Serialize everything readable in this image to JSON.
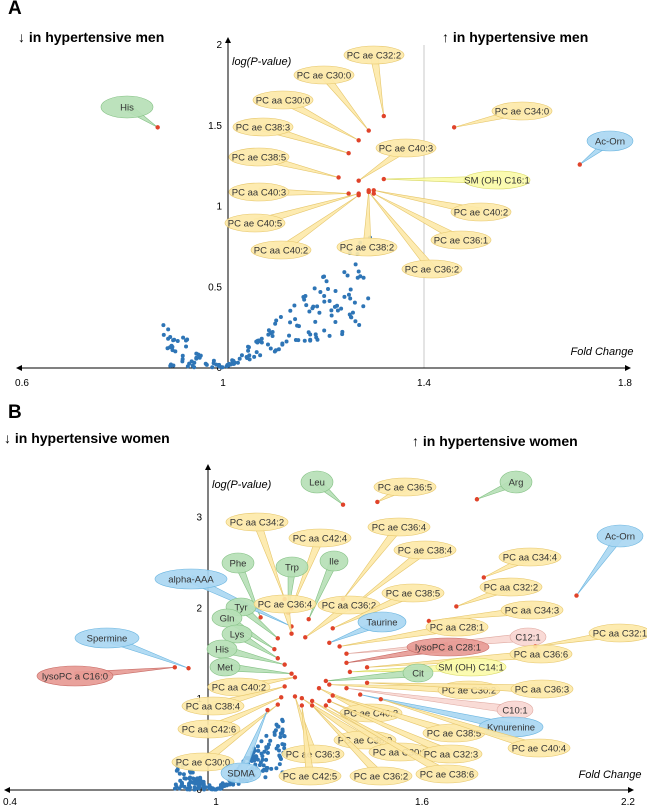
{
  "colors": {
    "point": "#2e75b6",
    "highlight_point": "#e0432a",
    "group_pc": "#fde9a9",
    "group_pc_edge": "#e6c66a",
    "group_amino": "#b6dfb6",
    "group_amino_edge": "#84c184",
    "group_blue": "#aad7f2",
    "group_blue_edge": "#6cb6e0",
    "group_red": "#e79a94",
    "group_red_edge": "#c86c66",
    "group_yellow": "#fbfbaa",
    "group_yellow_edge": "#d7d760",
    "group_pink": "#f8d7d2",
    "group_pink_edge": "#e0aaa2"
  },
  "chart_data": [
    {
      "panel": "A",
      "type": "scatter",
      "left_annotation": "↓ in hypertensive men",
      "right_annotation": "↑ in hypertensive men",
      "xlabel": "Fold Change",
      "ylabel": "log(P-value)",
      "xlim": [
        0.6,
        1.8
      ],
      "ylim": [
        0,
        2
      ],
      "xticks": [
        "0.6",
        "1",
        "1.4",
        "1.8"
      ],
      "yticks": [
        "0",
        "0.5",
        "1",
        "1.5",
        "2"
      ],
      "reference_line_x": 1.4,
      "highlighted": [
        {
          "label": "His",
          "x": 0.87,
          "y": 1.49,
          "group": "amino"
        },
        {
          "label": "PC ae C32:2",
          "x": 1.32,
          "y": 1.56,
          "group": "pc"
        },
        {
          "label": "PC ae C30:0",
          "x": 1.29,
          "y": 1.47,
          "group": "pc"
        },
        {
          "label": "PC aa C30:0",
          "x": 1.27,
          "y": 1.41,
          "group": "pc"
        },
        {
          "label": "PC ae C38:3",
          "x": 1.25,
          "y": 1.33,
          "group": "pc"
        },
        {
          "label": "PC ae C40:3",
          "x": 1.27,
          "y": 1.16,
          "group": "pc"
        },
        {
          "label": "PC ae C34:0",
          "x": 1.46,
          "y": 1.49,
          "group": "pc"
        },
        {
          "label": "Ac-Orn",
          "x": 1.71,
          "y": 1.26,
          "group": "blue"
        },
        {
          "label": "PC ae C38:5",
          "x": 1.23,
          "y": 1.18,
          "group": "pc"
        },
        {
          "label": "SM (OH) C16:1",
          "x": 1.32,
          "y": 1.17,
          "group": "yellow"
        },
        {
          "label": "PC aa C40:3",
          "x": 1.25,
          "y": 1.08,
          "group": "pc"
        },
        {
          "label": "PC ae C40:2",
          "x": 1.3,
          "y": 1.1,
          "group": "pc"
        },
        {
          "label": "PC ae C40:5",
          "x": 1.27,
          "y": 1.08,
          "group": "pc"
        },
        {
          "label": "PC ae C36:1",
          "x": 1.3,
          "y": 1.08,
          "group": "pc"
        },
        {
          "label": "PC ae C38:2",
          "x": 1.29,
          "y": 1.1,
          "group": "pc"
        },
        {
          "label": "PC aa C40:2",
          "x": 1.27,
          "y": 1.07,
          "group": "pc"
        },
        {
          "label": "PC ae C36:2",
          "x": 1.29,
          "y": 1.09,
          "group": "pc"
        }
      ]
    },
    {
      "panel": "B",
      "type": "scatter",
      "left_annotation": "↓ in hypertensive women",
      "right_annotation": "↑ in hypertensive women",
      "xlabel": "Fold Change",
      "ylabel": "log(P-value)",
      "xlim": [
        0.4,
        2.2
      ],
      "ylim": [
        0,
        3.5
      ],
      "xticks": [
        "0.4",
        "1",
        "1.6",
        "2.2"
      ],
      "yticks": [
        "0",
        "1",
        "2",
        "3"
      ],
      "highlighted": [
        {
          "label": "Leu",
          "x": 1.37,
          "y": 3.14,
          "group": "amino"
        },
        {
          "label": "PC ae C36:5",
          "x": 1.47,
          "y": 3.17,
          "group": "pc"
        },
        {
          "label": "Arg",
          "x": 1.76,
          "y": 3.2,
          "group": "amino"
        },
        {
          "label": "PC aa C34:2",
          "x": 1.2,
          "y": 2.1,
          "group": "pc"
        },
        {
          "label": "PC aa C42:4",
          "x": 1.22,
          "y": 2.0,
          "group": "pc"
        },
        {
          "label": "PC ae C36:4",
          "x": 1.37,
          "y": 2.1,
          "group": "pc"
        },
        {
          "label": "PC ae C38:4",
          "x": 1.39,
          "y": 2.0,
          "group": "pc"
        },
        {
          "label": "Ac-Orn",
          "x": 2.05,
          "y": 2.14,
          "group": "blue"
        },
        {
          "label": "Phe",
          "x": 1.13,
          "y": 1.9,
          "group": "amino"
        },
        {
          "label": "Trp",
          "x": 1.21,
          "y": 1.95,
          "group": "amino"
        },
        {
          "label": "Ile",
          "x": 1.27,
          "y": 1.88,
          "group": "amino"
        },
        {
          "label": "PC aa C34:4",
          "x": 1.78,
          "y": 2.34,
          "group": "pc"
        },
        {
          "label": "alpha-AAA",
          "x": 1.22,
          "y": 1.8,
          "group": "blue"
        },
        {
          "label": "PC aa C32:2",
          "x": 1.7,
          "y": 2.02,
          "group": "pc"
        },
        {
          "label": "Tyr",
          "x": 1.18,
          "y": 1.67,
          "group": "amino"
        },
        {
          "label": "PC ae C36:4",
          "x": 1.22,
          "y": 1.72,
          "group": "pc"
        },
        {
          "label": "PC aa C36:2",
          "x": 1.26,
          "y": 1.68,
          "group": "pc"
        },
        {
          "label": "PC ae C38:5",
          "x": 1.34,
          "y": 1.78,
          "group": "pc"
        },
        {
          "label": "PC aa C34:3",
          "x": 1.62,
          "y": 1.86,
          "group": "pc"
        },
        {
          "label": "Gln",
          "x": 1.17,
          "y": 1.55,
          "group": "amino"
        },
        {
          "label": "Taurine",
          "x": 1.33,
          "y": 1.62,
          "group": "blue"
        },
        {
          "label": "PC aa C28:1",
          "x": 1.36,
          "y": 1.58,
          "group": "pc"
        },
        {
          "label": "Lys",
          "x": 1.18,
          "y": 1.45,
          "group": "amino"
        },
        {
          "label": "C12:1",
          "x": 1.38,
          "y": 1.5,
          "group": "pink"
        },
        {
          "label": "PC aa C32:1",
          "x": 1.93,
          "y": 1.58,
          "group": "pc"
        },
        {
          "label": "lysoPC a C28:1",
          "x": 1.38,
          "y": 1.4,
          "group": "red"
        },
        {
          "label": "His",
          "x": 1.2,
          "y": 1.38,
          "group": "amino"
        },
        {
          "label": "Spermine",
          "x": 0.92,
          "y": 1.34,
          "group": "blue"
        },
        {
          "label": "PC aa C36:6",
          "x": 1.44,
          "y": 1.35,
          "group": "pc"
        },
        {
          "label": "SM (OH) C14:1",
          "x": 1.39,
          "y": 1.3,
          "group": "yellow"
        },
        {
          "label": "Met",
          "x": 1.22,
          "y": 1.28,
          "group": "amino"
        },
        {
          "label": "Cit",
          "x": 1.32,
          "y": 1.2,
          "group": "amino"
        },
        {
          "label": "lysoPC a C16:0",
          "x": 0.88,
          "y": 1.35,
          "group": "red"
        },
        {
          "label": "PC aa C40:2",
          "x": 1.23,
          "y": 1.24,
          "group": "pc"
        },
        {
          "label": "PC ae C30:2",
          "x": 1.33,
          "y": 1.16,
          "group": "pc"
        },
        {
          "label": "PC aa C36:3",
          "x": 1.44,
          "y": 1.18,
          "group": "pc"
        },
        {
          "label": "C10:1",
          "x": 1.38,
          "y": 1.12,
          "group": "pink"
        },
        {
          "label": "PC aa C38:4",
          "x": 1.2,
          "y": 1.14,
          "group": "pc"
        },
        {
          "label": "PC ae C40:2",
          "x": 1.3,
          "y": 1.12,
          "group": "pc"
        },
        {
          "label": "Kynurenine",
          "x": 1.42,
          "y": 1.05,
          "group": "blue"
        },
        {
          "label": "PC aa C42:6",
          "x": 1.19,
          "y": 1.02,
          "group": "pc"
        },
        {
          "label": "PC ae C38:5",
          "x": 1.34,
          "y": 1.04,
          "group": "pc"
        },
        {
          "label": "PC ae C40:4",
          "x": 1.48,
          "y": 1.0,
          "group": "pc"
        },
        {
          "label": "PC ae C36:3",
          "x": 1.23,
          "y": 1.03,
          "group": "pc"
        },
        {
          "label": "PC ae C36:0",
          "x": 1.25,
          "y": 1.01,
          "group": "pc"
        },
        {
          "label": "PC aa C30:0",
          "x": 1.28,
          "y": 0.98,
          "group": "pc"
        },
        {
          "label": "PC aa C32:3",
          "x": 1.33,
          "y": 0.98,
          "group": "pc"
        },
        {
          "label": "PC ae C30:0",
          "x": 1.18,
          "y": 0.94,
          "group": "pc"
        },
        {
          "label": "SDMA",
          "x": 1.15,
          "y": 0.88,
          "group": "blue"
        },
        {
          "label": "PC ae C42:5",
          "x": 1.25,
          "y": 0.93,
          "group": "pc"
        },
        {
          "label": "PC ae C36:2",
          "x": 1.28,
          "y": 0.93,
          "group": "pc"
        },
        {
          "label": "PC ae C38:6",
          "x": 1.32,
          "y": 0.93,
          "group": "pc"
        }
      ]
    }
  ]
}
